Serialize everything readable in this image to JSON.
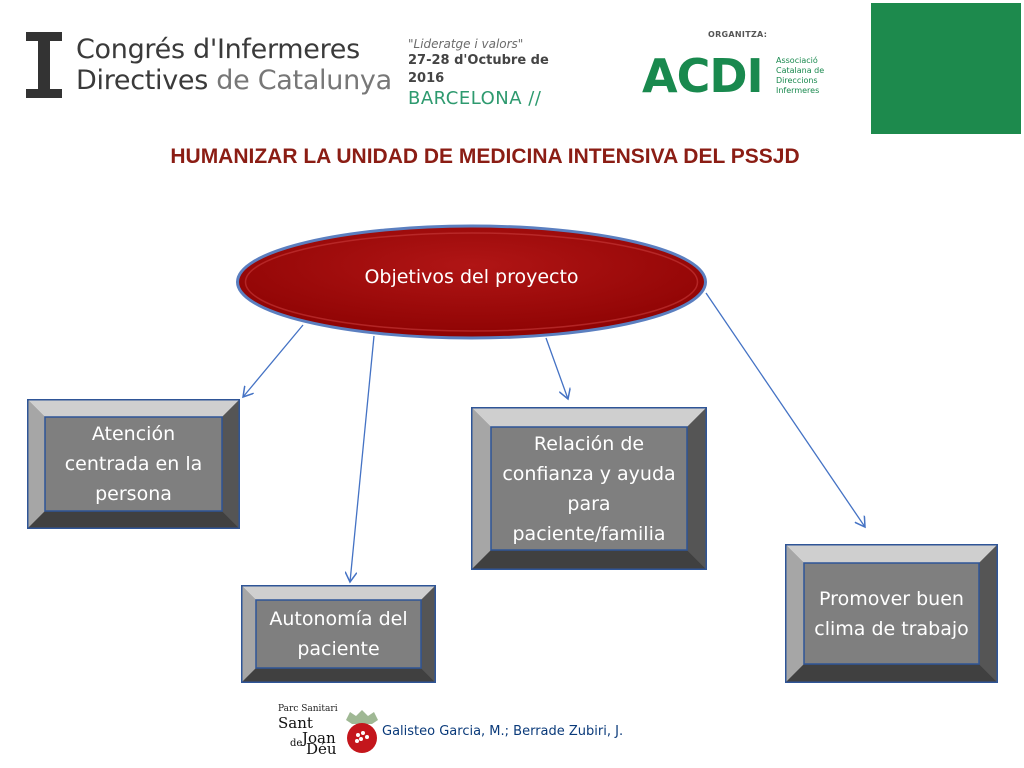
{
  "header": {
    "congress": {
      "numeral": "I",
      "line1_a": "Congrés ",
      "line1_b": "d'Infermeres",
      "line2_a": "Directives ",
      "line2_b": "de Catalunya"
    },
    "event": {
      "motto": "\"Lideratge i valors\"",
      "dates": "27-28 d'Octubre de 2016",
      "city": "BARCELONA //"
    },
    "organizer": {
      "label": "ORGANITZA:",
      "logo": "ACDI",
      "description": [
        "Associació",
        "Catalana de",
        "Direccions",
        "Infermeres"
      ]
    }
  },
  "title": "HUMANIZAR LA UNIDAD DE MEDICINA INTENSIVA DEL PSSJD",
  "diagram": {
    "center": {
      "label": "Objetivos del proyecto"
    },
    "nodes": [
      {
        "id": "atencion",
        "label": "Atención centrada en la persona"
      },
      {
        "id": "autonomia",
        "label": "Autonomía del paciente"
      },
      {
        "id": "relacion",
        "label": "Relación de confianza y ayuda para paciente/familia"
      },
      {
        "id": "clima",
        "label": "Promover buen clima de trabajo"
      }
    ]
  },
  "footer": {
    "logo_text": {
      "small": "Parc Sanitari",
      "sant": "Sant",
      "joan": "Joan",
      "de": "de",
      "deu": "Déu"
    },
    "authors": "Galisteo Garcia, M.; Berrade Zubiri, J."
  },
  "colors": {
    "title": "#8b1d14",
    "ellipse": "#a50a0a",
    "box_face": "#7f7f7f",
    "box_border": "#2f5597",
    "connector": "#4472c4",
    "brand_green": "#1d8a4d"
  }
}
